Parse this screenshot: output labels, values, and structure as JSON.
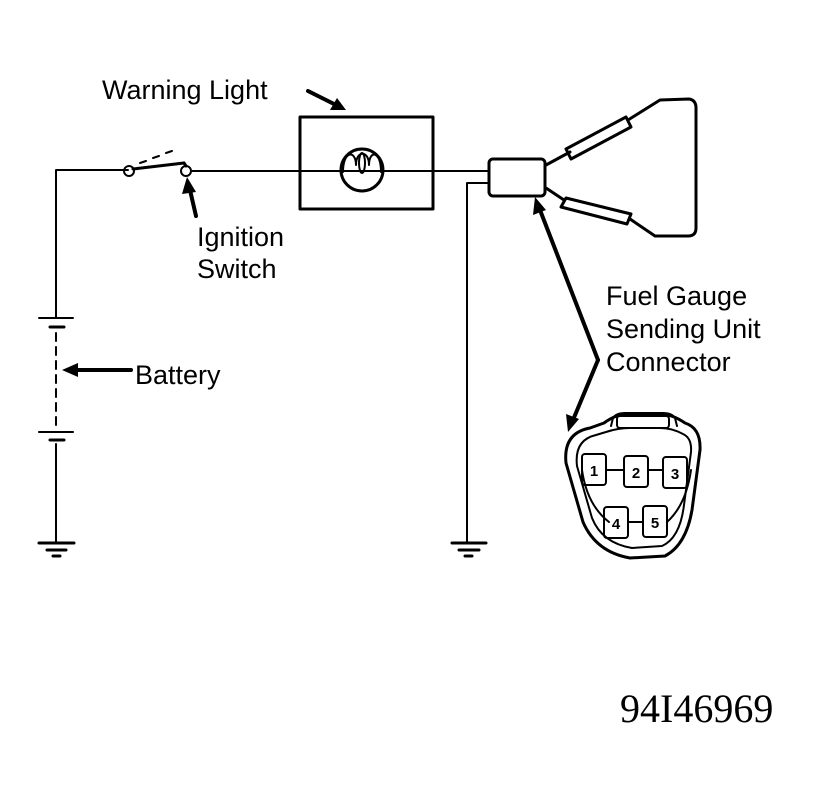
{
  "labels": {
    "warning_light": "Warning Light",
    "ignition_switch_line1": "Ignition",
    "ignition_switch_line2": "Switch",
    "battery": "Battery",
    "fuel_gauge_line1": "Fuel Gauge",
    "fuel_gauge_line2": "Sending Unit",
    "fuel_gauge_line3": "Connector"
  },
  "connector_pins": [
    "1",
    "2",
    "3",
    "4",
    "5"
  ],
  "figure_id": "94I46969",
  "colors": {
    "ink": "#000000",
    "background": "#ffffff"
  }
}
